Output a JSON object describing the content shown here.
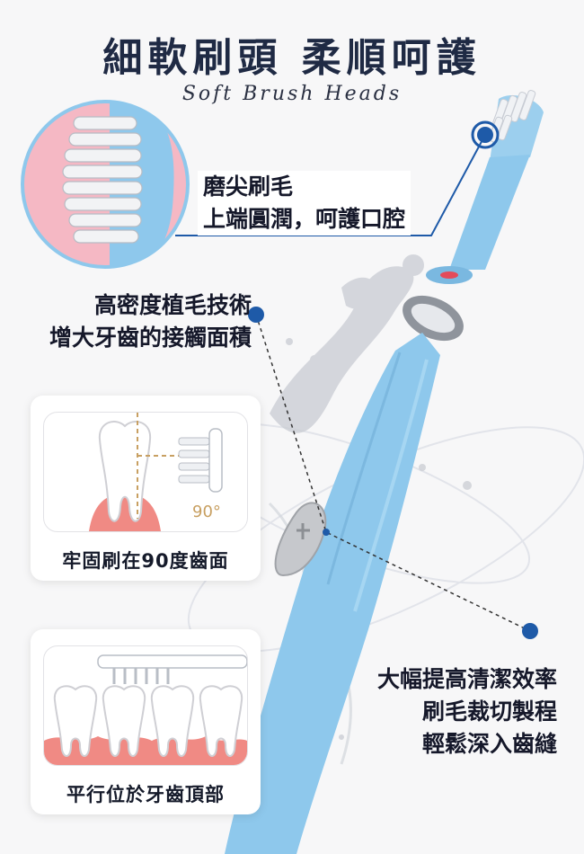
{
  "header": {
    "title": "細軟刷頭  柔順呵護",
    "subtitle": "Soft Brush Heads"
  },
  "callouts": {
    "bristle_tip": [
      "磨尖刷毛",
      "上端圓潤，呵護口腔"
    ],
    "density": [
      "高密度植毛技術",
      "增大牙齒的接觸面積"
    ],
    "cleaning": [
      "大幅提高清潔效率",
      "刷毛裁切製程",
      "輕鬆深入齒縫"
    ]
  },
  "cards": {
    "angle": {
      "label": "牢固刷在90度齒面",
      "angle_text": "90°"
    },
    "parallel": {
      "label": "平行位於牙齒頂部"
    }
  },
  "colors": {
    "brush_blue": "#8ec8ec",
    "pink_circle": "#f5b8c4",
    "gum_pink": "#f08a84",
    "accent_navy": "#1e5aa8",
    "title_color": "#1f2a44"
  }
}
